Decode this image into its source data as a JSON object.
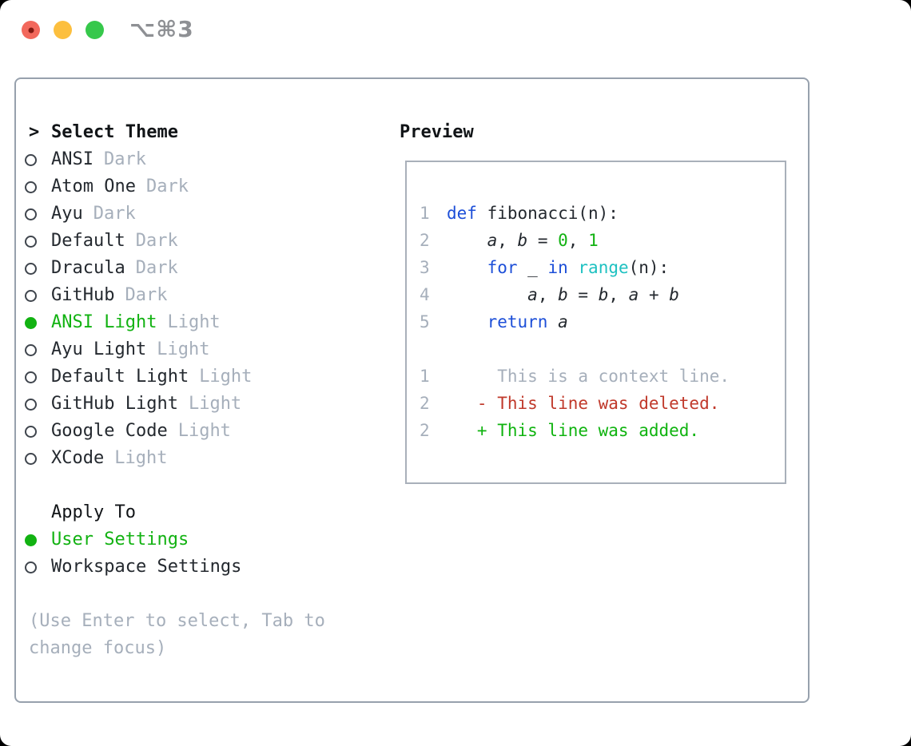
{
  "titlebar": {
    "shortcut_label": "⌥⌘3",
    "lights": [
      {
        "name": "close-button",
        "color_key": "light_red",
        "has_dot": true
      },
      {
        "name": "minimize-button",
        "color_key": "light_yellow",
        "has_dot": false
      },
      {
        "name": "zoom-button",
        "color_key": "light_green",
        "has_dot": false
      }
    ]
  },
  "theme_selector": {
    "prompt_char": ">",
    "title": "Select Theme",
    "items": [
      {
        "name": "ANSI",
        "variant": "Dark",
        "selected": false
      },
      {
        "name": "Atom One",
        "variant": "Dark",
        "selected": false
      },
      {
        "name": "Ayu",
        "variant": "Dark",
        "selected": false
      },
      {
        "name": "Default",
        "variant": "Dark",
        "selected": false
      },
      {
        "name": "Dracula",
        "variant": "Dark",
        "selected": false
      },
      {
        "name": "GitHub",
        "variant": "Dark",
        "selected": false
      },
      {
        "name": "ANSI Light",
        "variant": "Light",
        "selected": true
      },
      {
        "name": "Ayu Light",
        "variant": "Light",
        "selected": false
      },
      {
        "name": "Default Light",
        "variant": "Light",
        "selected": false
      },
      {
        "name": "GitHub Light",
        "variant": "Light",
        "selected": false
      },
      {
        "name": "Google Code",
        "variant": "Light",
        "selected": false
      },
      {
        "name": "XCode",
        "variant": "Light",
        "selected": false
      }
    ]
  },
  "apply_to": {
    "title": "Apply To",
    "options": [
      {
        "label": "User Settings",
        "selected": true
      },
      {
        "label": "Workspace Settings",
        "selected": false
      }
    ]
  },
  "help_text": "(Use Enter to select, Tab to change focus)",
  "preview": {
    "title": "Preview",
    "lines": [
      {
        "num": "1",
        "tokens": [
          {
            "t": "def",
            "c": "kw"
          },
          {
            "t": " fibonacci(n):",
            "c": "fg"
          }
        ]
      },
      {
        "num": "2",
        "tokens": [
          {
            "t": "    ",
            "c": "fg"
          },
          {
            "t": "a",
            "c": "var"
          },
          {
            "t": ", ",
            "c": "fg"
          },
          {
            "t": "b",
            "c": "var"
          },
          {
            "t": " = ",
            "c": "fg"
          },
          {
            "t": "0",
            "c": "num"
          },
          {
            "t": ", ",
            "c": "fg"
          },
          {
            "t": "1",
            "c": "num"
          }
        ]
      },
      {
        "num": "3",
        "tokens": [
          {
            "t": "    ",
            "c": "fg"
          },
          {
            "t": "for",
            "c": "kw"
          },
          {
            "t": " _ ",
            "c": "fg"
          },
          {
            "t": "in",
            "c": "kw"
          },
          {
            "t": " ",
            "c": "fg"
          },
          {
            "t": "range",
            "c": "fn"
          },
          {
            "t": "(n):",
            "c": "fg"
          }
        ]
      },
      {
        "num": "4",
        "tokens": [
          {
            "t": "        ",
            "c": "fg"
          },
          {
            "t": "a",
            "c": "var"
          },
          {
            "t": ", ",
            "c": "fg"
          },
          {
            "t": "b",
            "c": "var"
          },
          {
            "t": " = ",
            "c": "fg"
          },
          {
            "t": "b",
            "c": "var"
          },
          {
            "t": ", ",
            "c": "fg"
          },
          {
            "t": "a",
            "c": "var"
          },
          {
            "t": " + ",
            "c": "fg"
          },
          {
            "t": "b",
            "c": "var"
          }
        ]
      },
      {
        "num": "5",
        "tokens": [
          {
            "t": "    ",
            "c": "fg"
          },
          {
            "t": "return",
            "c": "kw"
          },
          {
            "t": " ",
            "c": "fg"
          },
          {
            "t": "a",
            "c": "var"
          }
        ]
      },
      {
        "num": "",
        "tokens": []
      },
      {
        "num": "1",
        "tokens": [
          {
            "t": "     This is a context line.",
            "c": "ctx"
          }
        ]
      },
      {
        "num": "2",
        "tokens": [
          {
            "t": "   - This line was deleted.",
            "c": "del"
          }
        ]
      },
      {
        "num": "2",
        "tokens": [
          {
            "t": "   + This line was added.",
            "c": "add"
          }
        ]
      }
    ]
  },
  "colors": {
    "kw": "#1d4fd8",
    "fn": "#1ec1c1",
    "num": "#12b212",
    "fg": "#24292f",
    "dim": "#a6afbb",
    "heading": "#111417",
    "accent": "#12b212",
    "del": "#c0392b",
    "add": "#0fb30f",
    "panel_border": "#97a1ad",
    "preview_border": "#a9b0ba",
    "light_red": "#f2685c",
    "light_red_dot": "#821911",
    "light_yellow": "#fcbf3e",
    "light_green": "#36c84b",
    "shortcut": "#8e9094"
  }
}
